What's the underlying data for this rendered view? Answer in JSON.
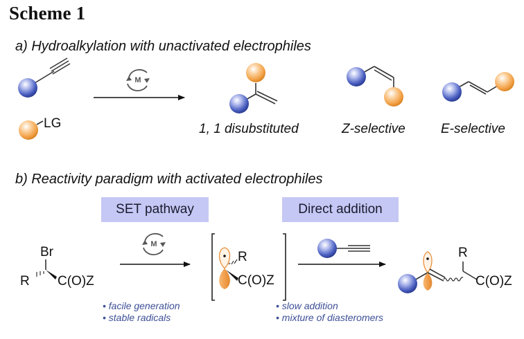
{
  "scheme_title": "Scheme 1",
  "section_a": {
    "title": "a) Hydroalkylation with unactivated electrophiles",
    "reactant_alkyne": {
      "icon": "blue-sphere-alkyne"
    },
    "reactant_electrophile": {
      "icon": "orange-sphere",
      "label": "LG"
    },
    "catalyst": {
      "label": "M",
      "icon": "catalytic-cycle-icon"
    },
    "products": [
      {
        "label": "1, 1 disubstituted",
        "icon": "1-1-disubstituted-alkene"
      },
      {
        "label": "Z-selective",
        "icon": "z-alkene"
      },
      {
        "label": "E-selective",
        "icon": "e-alkene"
      }
    ]
  },
  "section_b": {
    "title": "b) Reactivity paradigm with activated electrophiles",
    "badges": [
      "SET pathway",
      "Direct addition"
    ],
    "substrate": {
      "top": "Br",
      "left": "R",
      "right": "C(O)Z"
    },
    "catalyst": {
      "label": "M"
    },
    "intermediate": {
      "sub1": "R",
      "sub2": "C(O)Z"
    },
    "product": {
      "sub1": "R",
      "sub2": "C(O)Z"
    },
    "notes_set": [
      "• facile generation",
      "• stable radicals"
    ],
    "notes_direct": [
      "• slow addition",
      "• mixture of diasteromers"
    ]
  },
  "colors": {
    "blue_sphere": "#4a5fc0",
    "orange_sphere": "#f3a34a",
    "badge_bg": "#c5c8f4",
    "note_text": "#3d4f96"
  }
}
